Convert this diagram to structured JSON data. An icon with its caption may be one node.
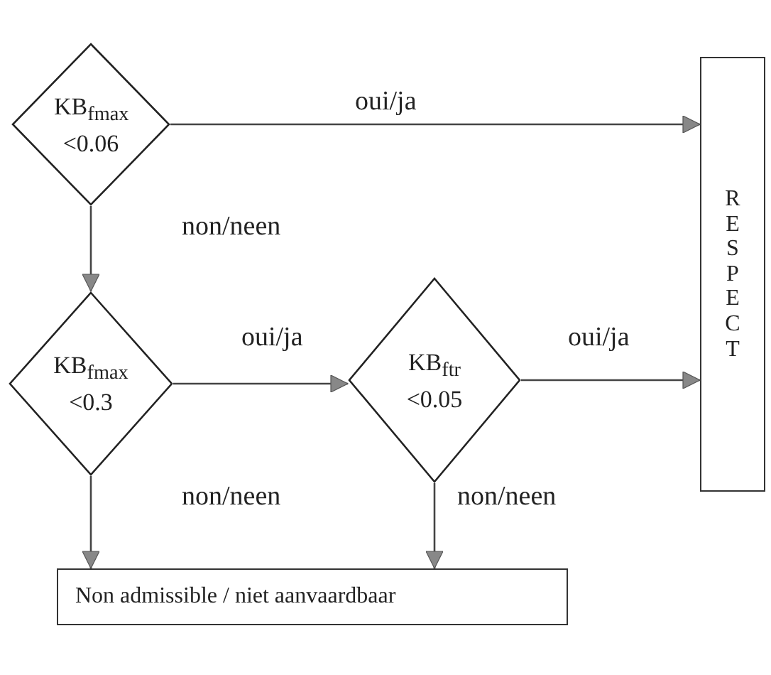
{
  "diagram": {
    "nodes": [
      {
        "text": [
          "KB$_{fmax}$ <0.06"
        ]
      },
      {
        "text": [
          "KB$_{fmax}$ <0.3"
        ]
      },
      {
        "text": [
          "KB$_{ftr}$ <0.05"
        ]
      },
      {
        "text": [
          "RESPECT"
        ]
      },
      {
        "text": [
          "Non admissible / niet aanvaardbaar"
        ]
      }
    ],
    "edges": [
      {
        "from": 0,
        "to": 3,
        "arrow": "to",
        "label": "oui/ja"
      },
      {
        "from": 0,
        "to": 1,
        "arrow": "to",
        "label": "non/neen"
      },
      {
        "from": 1,
        "to": 2,
        "arrow": "to",
        "label": "oui/ja"
      },
      {
        "from": 2,
        "to": 3,
        "arrow": "to",
        "label": "oui/ja"
      },
      {
        "from": 1,
        "to": 4,
        "arrow": "to",
        "label": "non/neen"
      },
      {
        "from": 2,
        "to": 4,
        "arrow": "to",
        "label": "non/neen"
      }
    ]
  }
}
